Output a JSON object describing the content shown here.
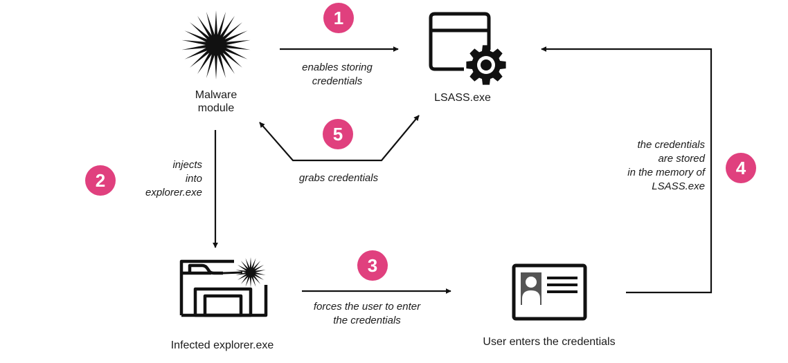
{
  "colors": {
    "badge": "#e0407e",
    "stroke": "#111111"
  },
  "nodes": {
    "malware": {
      "line1": "Malware",
      "line2": "module",
      "icon": "starburst-icon"
    },
    "lsass": {
      "label": "LSASS.exe",
      "icon": "window-gear-icon"
    },
    "explorer": {
      "label": "Infected explorer.exe",
      "icon": "infected-folder-icon"
    },
    "user": {
      "label": "User enters the credentials",
      "icon": "id-card-icon"
    }
  },
  "steps": [
    {
      "number": "1",
      "lines": [
        "enables storing",
        "credentials"
      ]
    },
    {
      "number": "2",
      "lines": [
        "injects",
        "into",
        "explorer.exe"
      ]
    },
    {
      "number": "3",
      "lines": [
        "forces the user to enter",
        "the credentials"
      ]
    },
    {
      "number": "4",
      "lines": [
        "the credentials",
        "are stored",
        "in the memory of",
        "LSASS.exe"
      ]
    },
    {
      "number": "5",
      "lines": [
        "grabs credentials"
      ]
    }
  ]
}
